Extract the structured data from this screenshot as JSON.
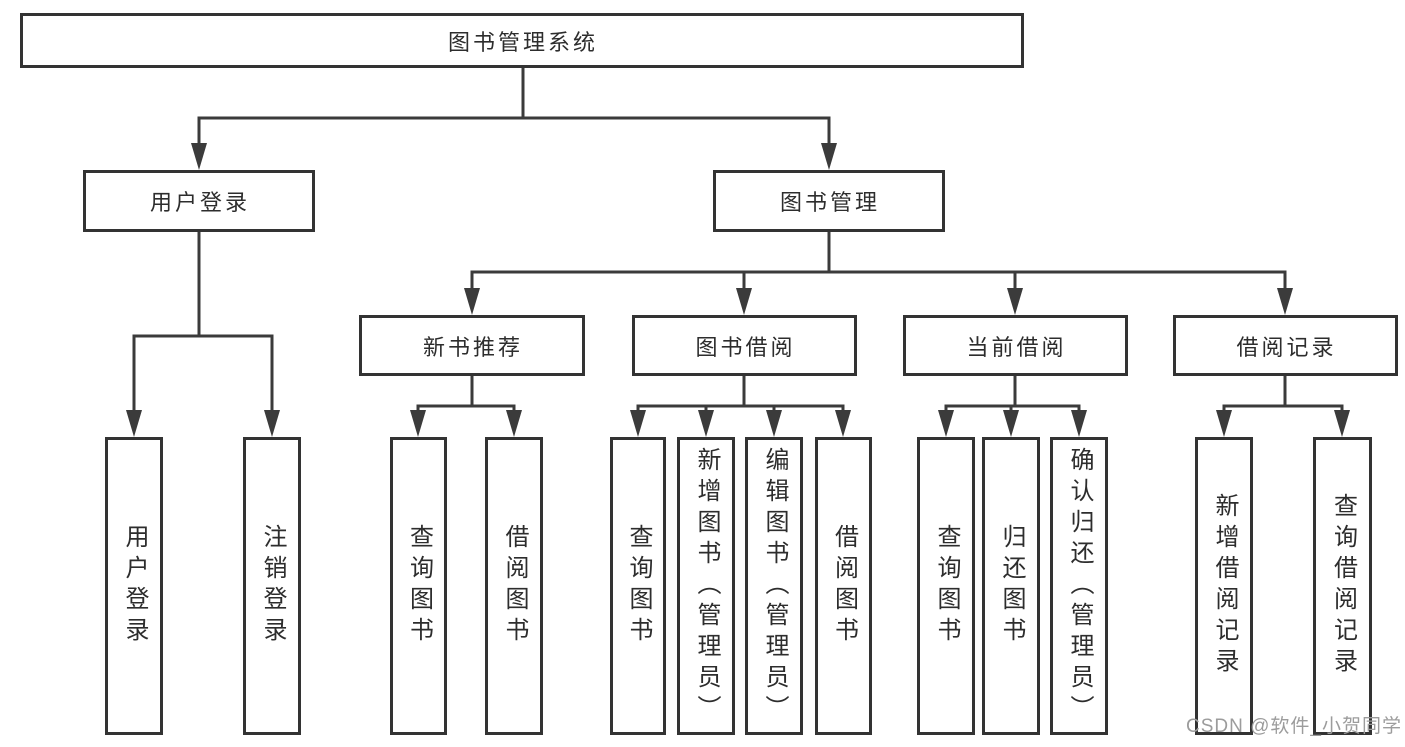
{
  "colors": {
    "line": "#3b3b3b",
    "box_border": "#333333",
    "text": "#2d2d2d",
    "watermark": "#9c9c9c",
    "background": "#ffffff"
  },
  "diagram": {
    "type": "tree",
    "root": {
      "label": "图书管理系统"
    },
    "branches": [
      {
        "label": "用户登录",
        "children": [
          {
            "label": "用户登录"
          },
          {
            "label": "注销登录"
          }
        ]
      },
      {
        "label": "图书管理",
        "groups": [
          {
            "label": "新书推荐",
            "children": [
              {
                "label": "查询图书"
              },
              {
                "label": "借阅图书"
              }
            ]
          },
          {
            "label": "图书借阅",
            "children": [
              {
                "label": "查询图书"
              },
              {
                "label": "新增图书（管理员）"
              },
              {
                "label": "编辑图书（管理员）"
              },
              {
                "label": "借阅图书"
              }
            ]
          },
          {
            "label": "当前借阅",
            "children": [
              {
                "label": "查询图书"
              },
              {
                "label": "归还图书"
              },
              {
                "label": "确认归还（管理员）"
              }
            ]
          },
          {
            "label": "借阅记录",
            "children": [
              {
                "label": "新增借阅记录"
              },
              {
                "label": "查询借阅记录"
              }
            ]
          }
        ]
      }
    ]
  },
  "watermark": {
    "text": "CSDN @软件_小贺同学"
  }
}
